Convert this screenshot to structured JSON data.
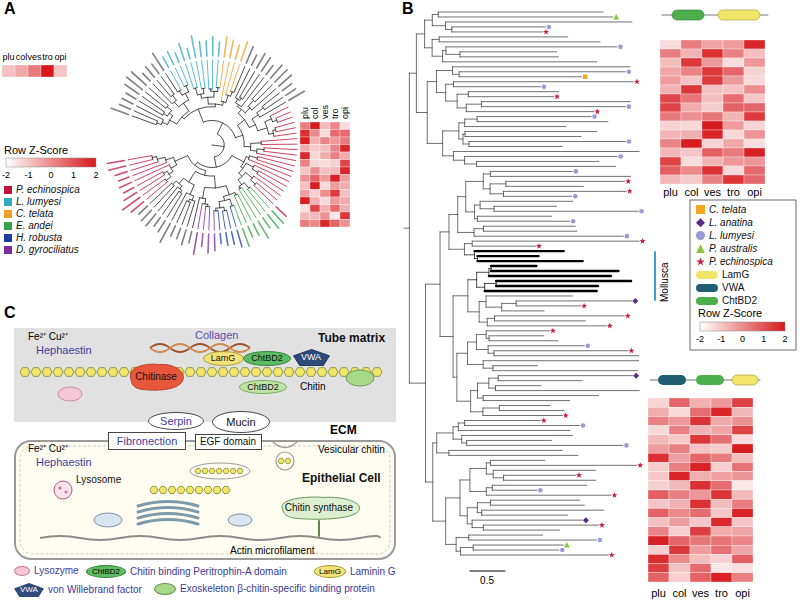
{
  "diagram": {
    "nodes": [
      {
        "text": [
          "Tube matrix"
        ]
      },
      {
        "text": [
          "Chitinase"
        ],
        "in": 0
      },
      {
        "text": [
          "LamG"
        ],
        "in": 0
      },
      {
        "text": [
          "ChtBD2"
        ],
        "in": 0
      },
      {
        "text": [
          "VWA"
        ],
        "in": 0
      },
      {
        "text": [
          "ChtBD2"
        ],
        "in": 0
      },
      {
        "text": [
          "Serpin"
        ]
      },
      {
        "text": [
          "Mucin"
        ]
      },
      {
        "text": [
          "Epithelial Cell"
        ]
      },
      {
        "text": [
          "Lysosome"
        ],
        "in": 8
      },
      {
        "text": [
          "Chitin synthase"
        ],
        "in": 8
      },
      {
        "text": [
          "Fibronection"
        ]
      },
      {
        "text": [
          "EGF domain"
        ]
      }
    ],
    "labels": [
      "A",
      "B",
      "C",
      "plu",
      "col",
      "ves",
      "tro",
      "opi",
      "Row Z-Score",
      "-2",
      "-1",
      "0",
      "1",
      "2",
      "plu",
      "col",
      "ves",
      "tro",
      "opi",
      "plu",
      "col",
      "ves",
      "tro",
      "opi",
      "Row Z-Score",
      "-2",
      "-1",
      "0",
      "1",
      "2",
      "Mollusca",
      "plu",
      "col",
      "ves",
      "tro",
      "opi",
      "0.5",
      "Collagen",
      "Fe²⁺ Cu²⁺",
      "Hephaestin",
      "Chitin",
      "ECM",
      "Fe²⁺ Cu²⁺",
      "Hephaestin",
      "Vesicular chitin",
      "Actin microfilament",
      "ChtBD2",
      "LamG",
      "VWA"
    ],
    "legend": [
      {
        "text": "P. echinospica",
        "color": "#c0143c"
      },
      {
        "text": "L. lumyesi",
        "color": "#31a9c4"
      },
      {
        "text": "C. telata",
        "color": "#f0a024"
      },
      {
        "text": "E. andei",
        "color": "#36a24a"
      },
      {
        "text": "H. robusta",
        "color": "#1c3f9e"
      },
      {
        "text": "D. gyrociliatus",
        "color": "#7b2d9a"
      },
      {
        "text": "C. telata",
        "color": "#f5a623"
      },
      {
        "text": "L. anatina",
        "color": "#5b2a8c"
      },
      {
        "text": "L. lumyesi",
        "color": "#9a9ad6"
      },
      {
        "text": "P. australis",
        "color": "#8ac43f"
      },
      {
        "text": "P. echinospica",
        "color": "#c81e3c"
      },
      {
        "text": "LamG",
        "color": "#f2e66a"
      },
      {
        "text": "VWA",
        "color": "#1f5e73"
      },
      {
        "text": "ChtBD2",
        "color": "#4cae4c"
      },
      {
        "text": "Lysozyme",
        "color": "#f4c6d6"
      },
      {
        "text": "Chitin binding Peritrophin-A domain",
        "color": "#5dbb63"
      },
      {
        "text": "Laminin G",
        "color": "#f3e27a"
      },
      {
        "text": "von Willebrand factor",
        "color": "#2e4a7a"
      },
      {
        "text": "Exoskeleton β-chitin-specific binding protein",
        "color": "#a8d88a"
      }
    ]
  }
}
